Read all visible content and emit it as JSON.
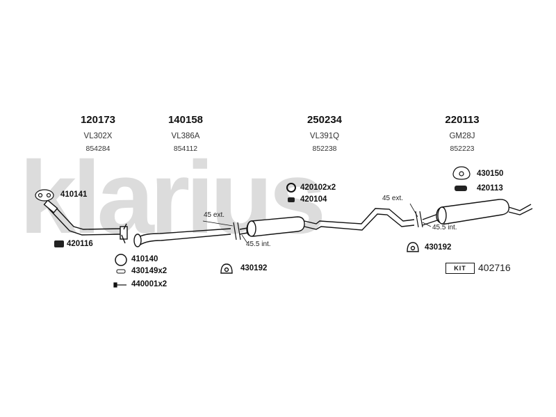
{
  "watermark": "klarius",
  "assemblies": [
    {
      "number": "120173",
      "code": "VL302X",
      "sub": "854284"
    },
    {
      "number": "140158",
      "code": "VL386A",
      "sub": "854112"
    },
    {
      "number": "250234",
      "code": "VL391Q",
      "sub": "852238"
    },
    {
      "number": "220113",
      "code": "GM28J",
      "sub": "852223"
    }
  ],
  "parts": {
    "gasket_410141": "410141",
    "mount_420116": "420116",
    "ring_410140": "410140",
    "clamp_430149": "430149x2",
    "bolt_440001": "440001x2",
    "hanger_430192_left": "430192",
    "ring_420102": "420102x2",
    "mount_420104": "420104",
    "gasket_430150": "430150",
    "mount_420113": "420113",
    "hanger_430192_right": "430192"
  },
  "dimensions": {
    "d1_ext": "45 ext.",
    "d1_int": "45.5 int.",
    "d2_ext": "45 ext.",
    "d2_int": "45.5 int."
  },
  "kit": {
    "label": "KIT",
    "number": "402716"
  }
}
